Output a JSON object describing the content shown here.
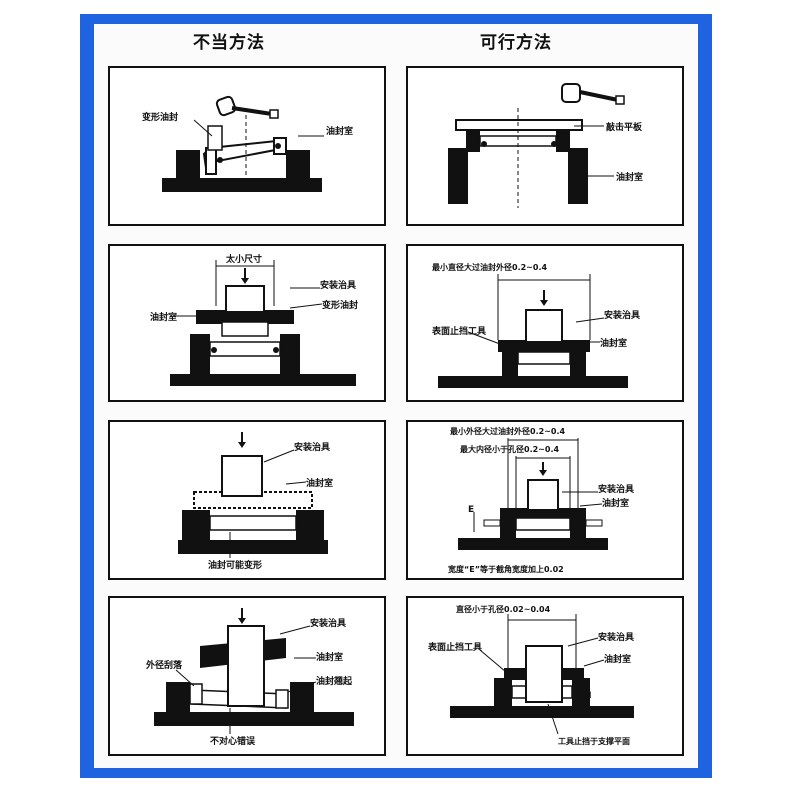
{
  "headers": {
    "left": "不当方法",
    "right": "可行方法"
  },
  "panels": {
    "l1": {
      "a": "变形油封",
      "b": "油封室"
    },
    "r1": {
      "a": "敲击平板",
      "b": "油封室"
    },
    "l2": {
      "a": "太小尺寸",
      "b": "安装治具",
      "c": "油封室",
      "d": "变形油封"
    },
    "r2": {
      "a": "最小直径大过油封外径0.2~0.4",
      "b": "安装治具",
      "c": "表面止挡工具",
      "d": "油封室"
    },
    "l3": {
      "a": "安装治具",
      "b": "油封室",
      "c": "油封可能变形"
    },
    "r3": {
      "a": "最小外径大过油封外径0.2~0.4",
      "b": "最大内径小于孔径0.2~0.4",
      "c": "安装治具",
      "d": "油封室",
      "e": "E",
      "f": "宽度“E”等于截角宽度加上0.02"
    },
    "l4": {
      "a": "安装治具",
      "b": "外径刮落",
      "c": "油封室",
      "d": "油封翘起",
      "e": "不对心错误"
    },
    "r4": {
      "a": "直径小于孔径0.02~0.04",
      "b": "表面止挡工具",
      "c": "安装治具",
      "d": "油封室",
      "e": "H",
      "f": "H",
      "g": "工具止挡于支撑平面"
    }
  },
  "colors": {
    "frame": "#1f63e0",
    "ink": "#111111"
  }
}
